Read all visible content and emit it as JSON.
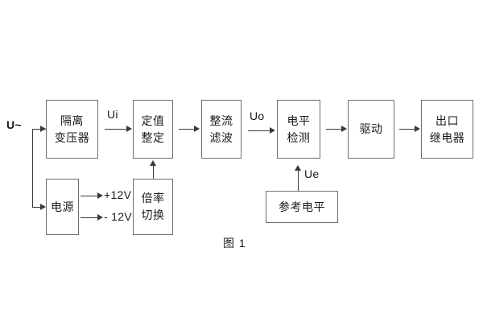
{
  "figure": {
    "caption": "图 1",
    "input_label": "U~",
    "boxes": [
      {
        "id": "isolation-transformer",
        "lines": [
          "隔离",
          "变压器"
        ]
      },
      {
        "id": "setting-adjustment",
        "lines": [
          "定值",
          "整定"
        ]
      },
      {
        "id": "rectifier-filter",
        "lines": [
          "整流",
          "滤波"
        ]
      },
      {
        "id": "level-detection",
        "lines": [
          "电平",
          "检测"
        ]
      },
      {
        "id": "driver",
        "lines": [
          "驱动"
        ]
      },
      {
        "id": "output-relay",
        "lines": [
          "出口",
          "继电器"
        ]
      },
      {
        "id": "power-supply",
        "lines": [
          "电源"
        ]
      },
      {
        "id": "multiplier-switch",
        "lines": [
          "倍率",
          "切换"
        ]
      },
      {
        "id": "reference-level",
        "lines": [
          "参考电平"
        ]
      }
    ],
    "signals": {
      "ui": "Ui",
      "uo": "Uo",
      "ue": "Ue",
      "rail_positive": "+12V",
      "rail_negative": "- 12V"
    },
    "colors": {
      "box_border": "#6e6e6e",
      "line": "#3a3a3a",
      "text": "#1a1a1a",
      "background": "#ffffff"
    }
  }
}
